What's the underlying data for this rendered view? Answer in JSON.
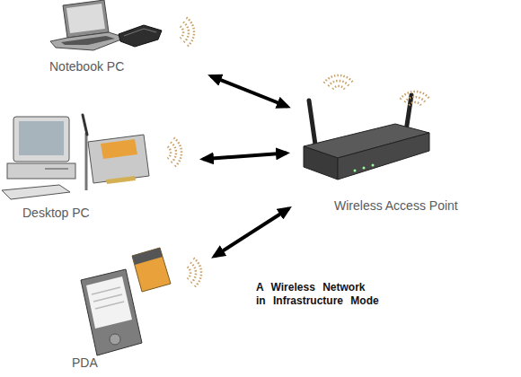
{
  "diagram": {
    "caption": "A Wireless Network in Infrastructure Mode",
    "nodes": [
      {
        "text": [
          "Notebook PC"
        ]
      },
      {
        "text": [
          "Desktop PC"
        ]
      },
      {
        "text": [
          "PDA"
        ]
      },
      {
        "text": [
          "Wireless Access Point"
        ]
      }
    ],
    "edges": [
      {
        "from": 0,
        "to": 3,
        "arrow": "both"
      },
      {
        "from": 1,
        "to": 3,
        "arrow": "both"
      },
      {
        "from": 2,
        "to": 3,
        "arrow": "both"
      }
    ]
  }
}
